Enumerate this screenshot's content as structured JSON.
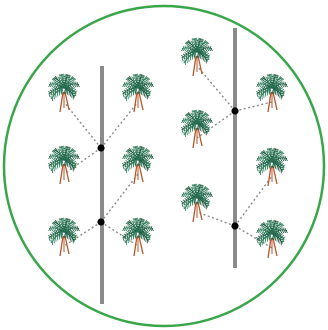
{
  "colors": {
    "boundary": "#3aa64a",
    "trunk_line": "#8a8a8a",
    "junction": "#000000",
    "connector": "#8c8c8c",
    "frond": "#2e7d5b",
    "frond_dark": "#1f5e44",
    "stem": "#b5582c",
    "background": "#ffffff"
  },
  "icons": {
    "plant": "palm-seedling-icon",
    "junction": "junction-dot-icon"
  },
  "counts": {
    "trunk_lines": 2,
    "junctions": 4,
    "plants": 12
  }
}
